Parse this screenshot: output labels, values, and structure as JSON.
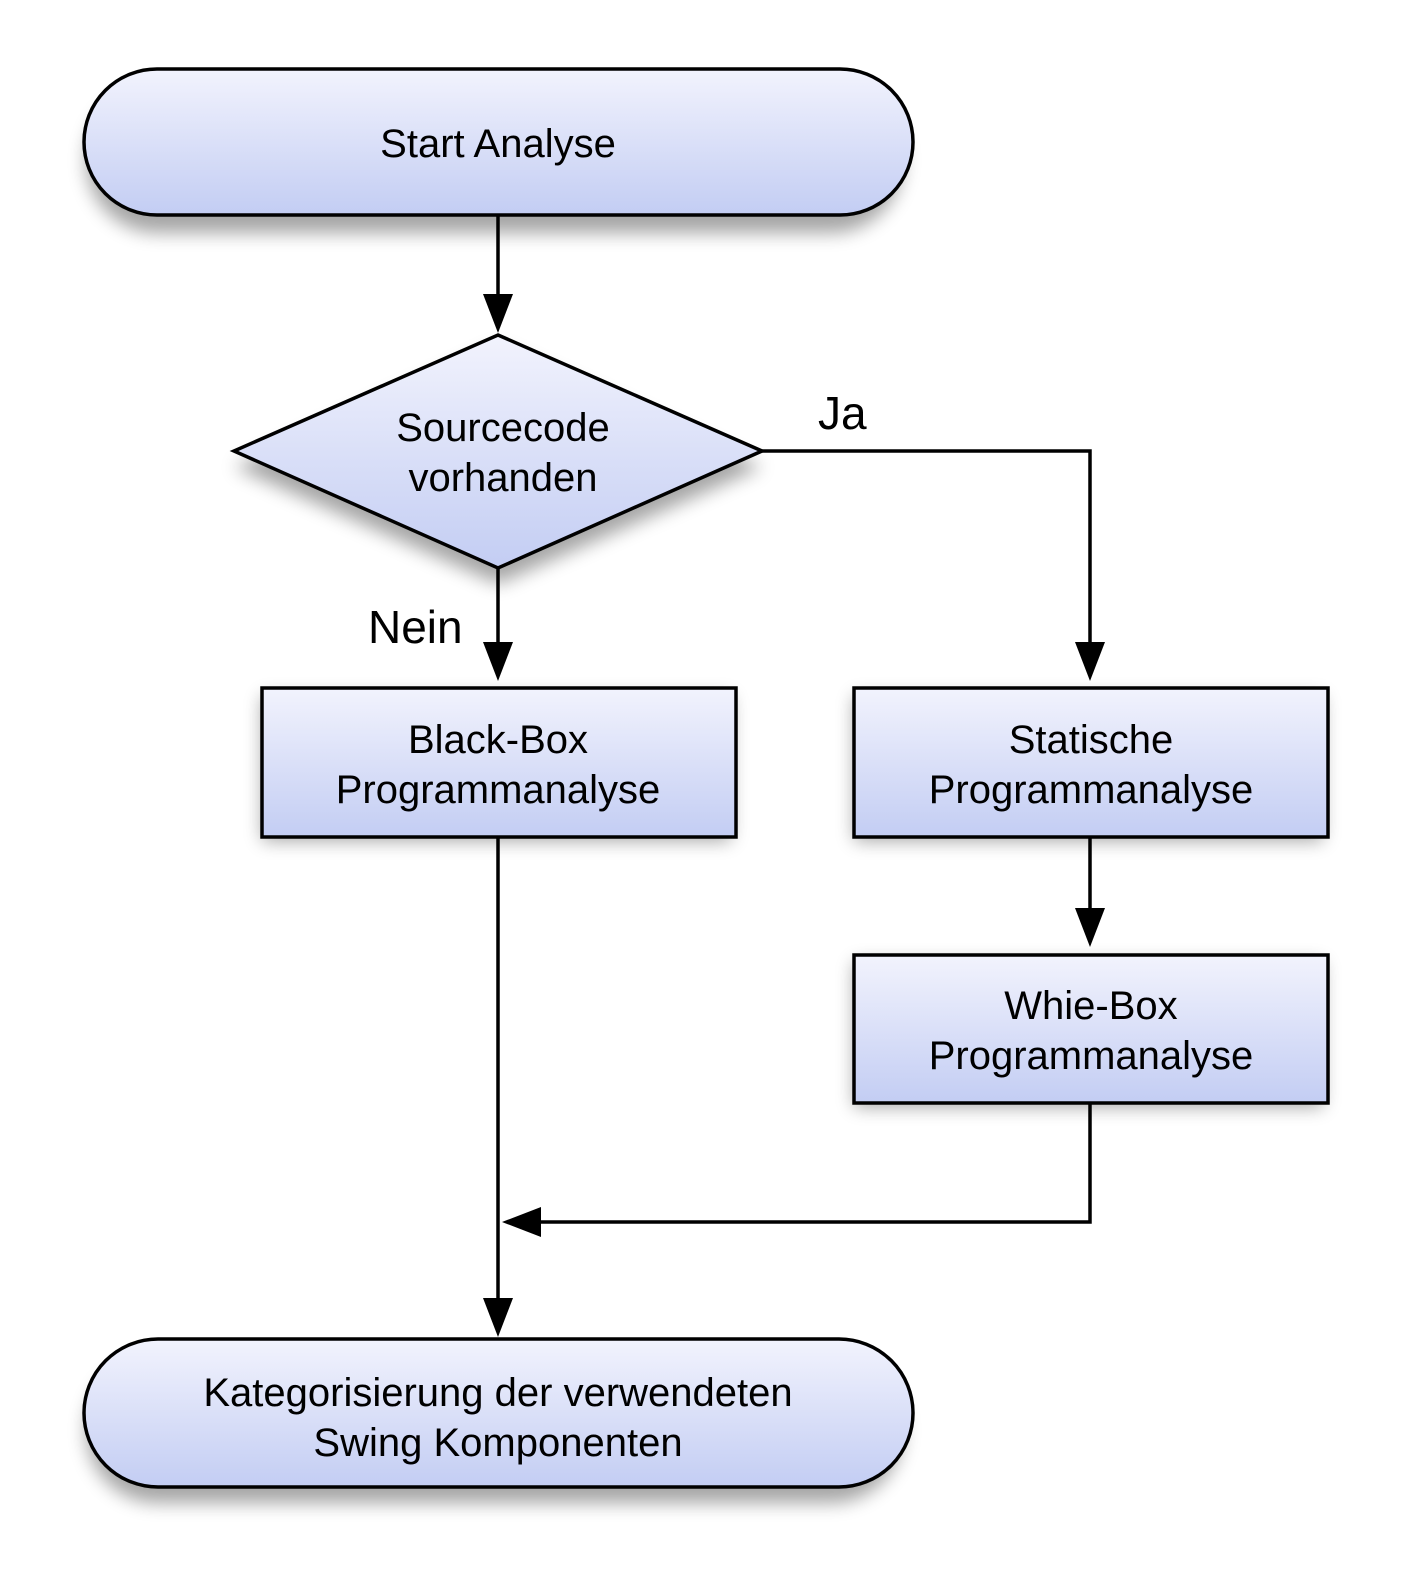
{
  "colors": {
    "node_fill_top": "#f2f3fd",
    "node_fill_bottom": "#c3cdf3",
    "stroke": "#000000"
  },
  "nodes": {
    "start": {
      "text": "Start Analyse"
    },
    "decision": {
      "line1": "Sourcecode",
      "line2": "vorhanden"
    },
    "blackbox": {
      "line1": "Black-Box",
      "line2": "Programmanalyse"
    },
    "static": {
      "line1": "Statische",
      "line2": "Programmanalyse"
    },
    "whitebox": {
      "line1": "Whie-Box",
      "line2": "Programmanalyse"
    },
    "end": {
      "line1": "Kategorisierung der verwendeten",
      "line2": "Swing Komponenten"
    }
  },
  "edge_labels": {
    "yes": "Ja",
    "no": "Nein"
  }
}
